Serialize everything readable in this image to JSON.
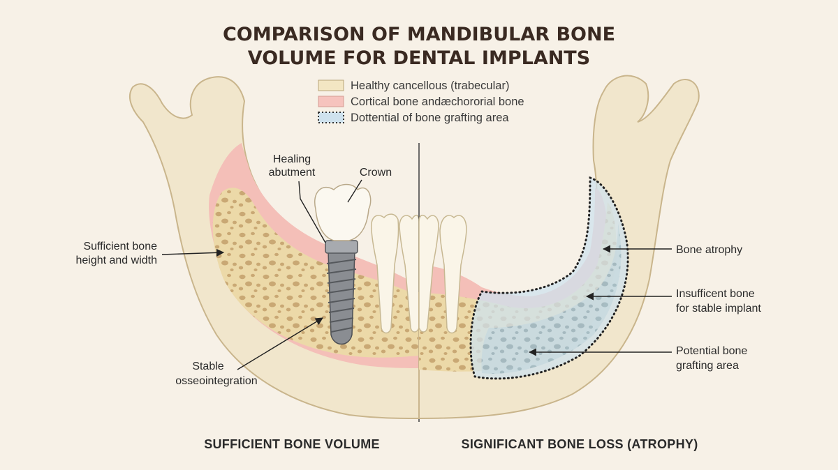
{
  "title": {
    "line1": "COMPARISON OF MANDIBULAR BONE",
    "line2": "VOLUME FOR DENTAL IMPLANTS"
  },
  "legend": [
    {
      "label": "Healthy cancellous (trabecular)",
      "color": "#f3e6c3",
      "style": "solid"
    },
    {
      "label": "Cortical bone andæchororial bone",
      "color": "#f6c3bd",
      "style": "solid"
    },
    {
      "label": "Dottential of bone grafting area",
      "color": "#cfe2ee",
      "style": "dotted"
    }
  ],
  "labels": {
    "healing_abutment_1": "Healing",
    "healing_abutment_2": "abutment",
    "crown": "Crown",
    "sufficient_1": "Sufficient bone",
    "sufficient_2": "height and width",
    "stable_1": "Stable",
    "stable_2": "osseointegration",
    "atrophy": "Bone atrophy",
    "insufficient_1": "Insufficent bone",
    "insufficient_2": "for stable implant",
    "grafting_1": "Potential bone",
    "grafting_2": "grafting area"
  },
  "footer": {
    "left": "SUFFICIENT BONE VOLUME",
    "right": "SIGNIFICANT BONE LOSS (ATROPHY)"
  },
  "colors": {
    "background": "#f7f1e7",
    "bone": "#f1e6cc",
    "cortical": "#f4bfb8",
    "trabecular": "#ecd9a8",
    "graft": "#cfe2ee",
    "implant": "#8a8d92"
  }
}
